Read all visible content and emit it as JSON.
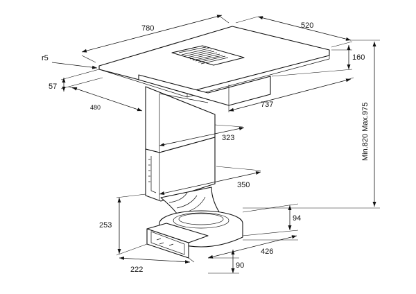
{
  "dimensions": {
    "width_top": "780",
    "depth_top": "520",
    "height_box": "160",
    "radius": "r5",
    "thickness": "57",
    "cutout_depth": "480",
    "cutout_width": "737",
    "column_width": "323",
    "transition_width": "350",
    "total_height": "Min.820  Max.975",
    "base_height": "253",
    "motor_height": "94",
    "motor_depth": "426",
    "outlet_width": "222",
    "outlet_height": "90"
  }
}
